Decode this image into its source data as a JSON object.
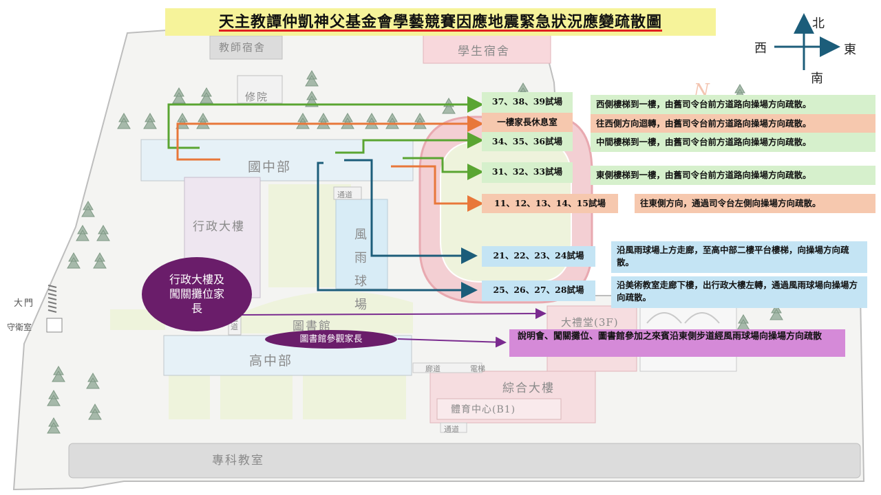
{
  "title": "天主教譚仲凱神父基金會學藝競賽因應地震緊急狀況應變疏散圖",
  "compass": {
    "north": "北",
    "south": "南",
    "east": "東",
    "west": "西"
  },
  "buildings": {
    "teacher_dorm": "教師宿舍",
    "student_dorm": "學生宿舍",
    "xiuyuan": "修院",
    "junior_high": "國中部",
    "admin": "行政大樓",
    "rain_court": "風雨球場",
    "passage_1": "通道",
    "passage_2": "通道",
    "passage_3": "通道",
    "library": "圖書館",
    "senior_high": "高中部",
    "auditorium": "大禮堂(3F)",
    "complex": "綜合大樓",
    "corridor": "廊道",
    "elevator": "電梯",
    "sports_center": "體育中心(B1)",
    "special_classroom": "專科教室",
    "main_gate": "大門",
    "guard_room": "守衛室"
  },
  "ovals": {
    "admin_parents": "行政大樓及闖關攤位家長",
    "library_parents": "圖書館參觀家長"
  },
  "routes": [
    {
      "label": "37、38、39試場",
      "color": "green",
      "desc": "西側樓梯到一樓，由舊司令台前方道路向操場方向疏散。"
    },
    {
      "label": "一樓家長休息室",
      "color": "orange",
      "desc": "往西側方向迴轉，由舊司令台前方道路向操場方向疏散。"
    },
    {
      "label": "34、35、36試場",
      "color": "green",
      "desc": "中間樓梯到一樓，由舊司令台前方道路向操場方向疏散。"
    },
    {
      "label": "31、32、33試場",
      "color": "green",
      "desc": "東側樓梯到一樓，由舊司令台前方道路向操場方向疏散。"
    },
    {
      "label": "11、12、13、14、15試場",
      "color": "orange",
      "desc": "往東側方向，通過司令台左側向操場方向疏散。"
    },
    {
      "label": "21、22、23、24試場",
      "color": "blue",
      "desc": "沿風雨球場上方走廊，至高中部二樓平台樓梯，向操場方向疏散。"
    },
    {
      "label": "25、26、27、28試場",
      "color": "blue",
      "desc": "沿美術教室走廊下樓，出行政大樓左轉，通過風雨球場向操場方向疏散。"
    }
  ],
  "purple_note": "說明會、闖關攤位、圖書館參加之來賓沿東側步道經風雨球場向操場方向疏散",
  "colors": {
    "green": "#5aa532",
    "orange": "#e8773a",
    "blue": "#1c5d7a",
    "purple": "#7a2b8f"
  }
}
